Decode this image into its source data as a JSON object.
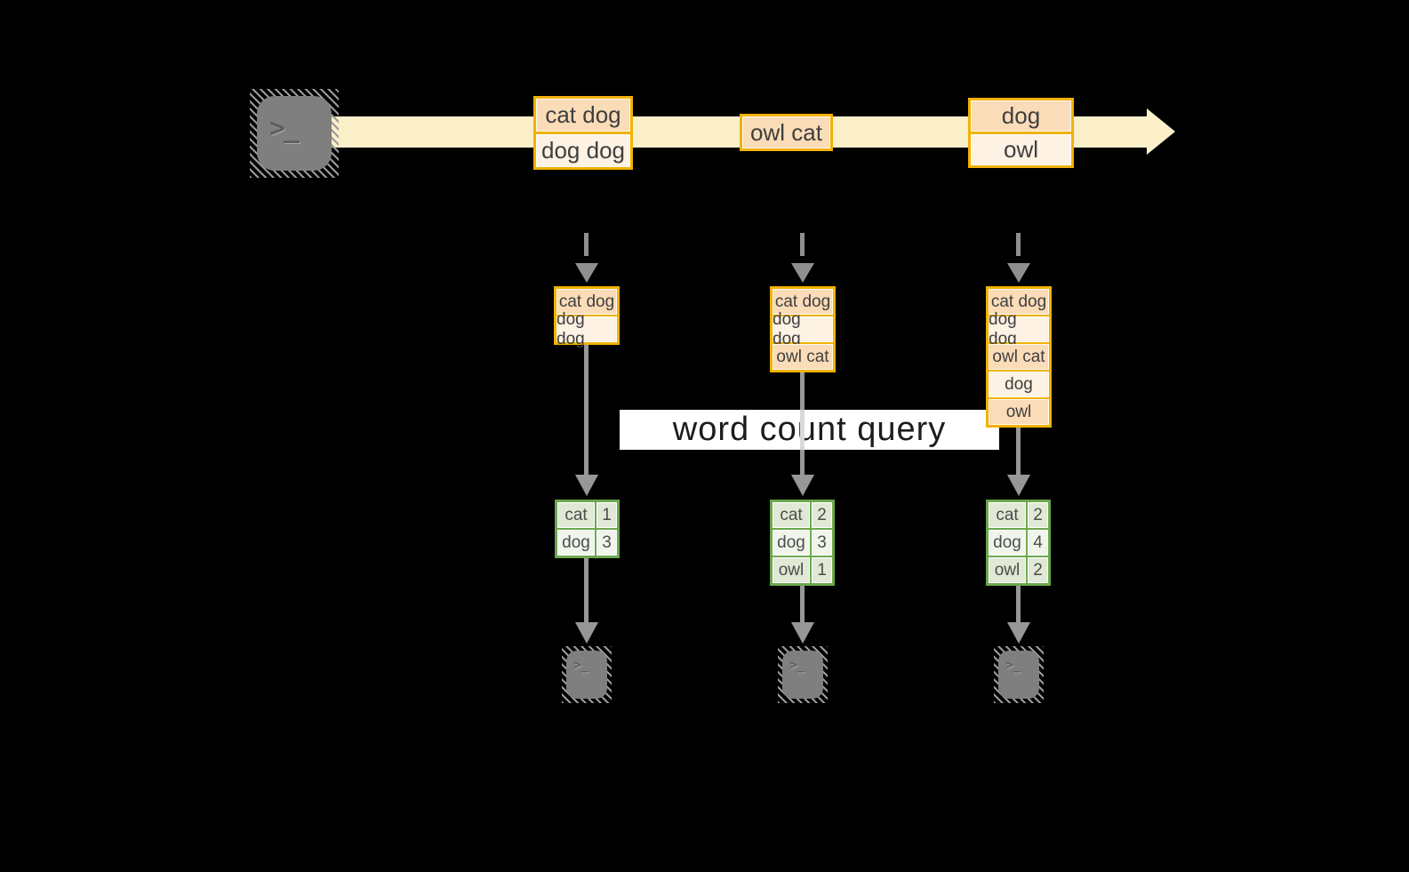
{
  "diagram": {
    "banner": {
      "label": "word count query"
    },
    "icons": {
      "terminal_glyph": ">_"
    },
    "stream": {
      "boxes": [
        {
          "rows": [
            "cat dog",
            "dog dog"
          ]
        },
        {
          "rows": [
            "owl cat"
          ]
        },
        {
          "rows": [
            "dog",
            "owl"
          ]
        }
      ]
    },
    "columns": [
      {
        "queue": [
          "cat dog",
          "dog dog"
        ],
        "counts": [
          {
            "word": "cat",
            "count": "1"
          },
          {
            "word": "dog",
            "count": "3"
          }
        ]
      },
      {
        "queue": [
          "cat dog",
          "dog dog",
          "owl cat"
        ],
        "counts": [
          {
            "word": "cat",
            "count": "2"
          },
          {
            "word": "dog",
            "count": "3"
          },
          {
            "word": "owl",
            "count": "1"
          }
        ]
      },
      {
        "queue": [
          "cat dog",
          "dog dog",
          "owl cat",
          "dog",
          "owl"
        ],
        "counts": [
          {
            "word": "cat",
            "count": "2"
          },
          {
            "word": "dog",
            "count": "4"
          },
          {
            "word": "owl",
            "count": "2"
          }
        ]
      }
    ],
    "colors": {
      "amber_border": "#F2B200",
      "peach_fill": "#FADCB8",
      "cream_fill": "#FDF2E3",
      "stream_band": "#FCF0CB",
      "green_border": "#6CA74D",
      "green_cell_dark": "#DFE9D5",
      "green_cell_light": "#F0F5EC",
      "arrow_gray": "#979797",
      "terminal_gray": "#7F7F7F",
      "background": "#000000"
    }
  }
}
